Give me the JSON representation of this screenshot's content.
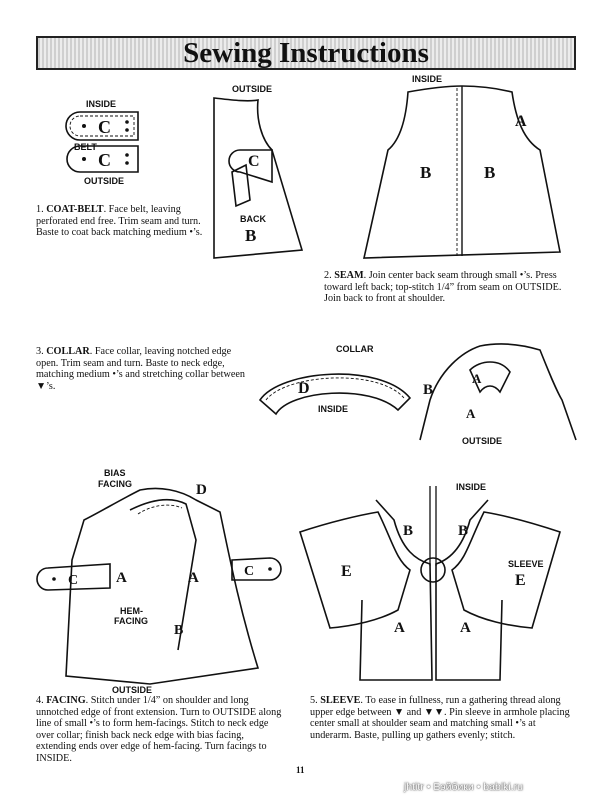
{
  "header": {
    "title": "Sewing Instructions"
  },
  "fig1": {
    "inside": "INSIDE",
    "belt": "BELT",
    "outside": "OUTSIDE",
    "piece": "C",
    "back_outside": "OUTSIDE",
    "back": "BACK",
    "back_piece": "B",
    "collar_piece": "C"
  },
  "fig2": {
    "inside": "INSIDE",
    "left": "B",
    "right": "B",
    "arm": "A"
  },
  "fig3": {
    "collar": "COLLAR",
    "piece": "D",
    "inside": "INSIDE",
    "b": "B",
    "a1": "A",
    "a2": "A",
    "outside": "OUTSIDE"
  },
  "fig4": {
    "bias": "BIAS",
    "facing": "FACING",
    "d": "D",
    "c": "C",
    "a1": "A",
    "a2": "A",
    "hem": "HEM-",
    "hem2": "FACING",
    "b": "B",
    "outside": "OUTSIDE"
  },
  "fig5": {
    "inside": "INSIDE",
    "b1": "B",
    "b2": "B",
    "e1": "E",
    "e2": "E",
    "sleeve": "SLEEVE",
    "a1": "A",
    "a2": "A"
  },
  "steps": [
    {
      "num": "1.",
      "head": "COAT-BELT",
      "text": ". Face belt, leaving perforated end free. Trim seam and turn. Baste to coat back matching medium •’s."
    },
    {
      "num": "2.",
      "head": "SEAM",
      "text": ". Join center back seam through small •’s. Press toward left back; top-stitch 1/4” from seam on OUTSIDE. Join back to front at shoulder."
    },
    {
      "num": "3.",
      "head": "COLLAR",
      "text": ". Face collar, leaving notched edge open. Trim seam and turn. Baste to neck edge, matching medium •’s and stretching collar between ▼’s."
    },
    {
      "num": "4.",
      "head": "FACING",
      "text": ". Stitch under 1/4” on shoulder and long unnotched edge of front extension. Turn to OUTSIDE along line of small •’s to form hem-facings. Stitch to neck edge over collar; finish back neck edge with bias facing, extending ends over edge of hem-facing. Turn facings to INSIDE."
    },
    {
      "num": "5.",
      "head": "SLEEVE",
      "text": ". To ease in fullness, run a gathering thread along upper edge between ▼ and ▼▼. Pin sleeve in armhole placing center small at shoulder seam and matching small •’s at underarm. Baste, pulling up gathers evenly; stitch."
    }
  ],
  "footer": {
    "page": "11",
    "watermark": "jhtitr • Бэйбики • babiki.ru"
  }
}
